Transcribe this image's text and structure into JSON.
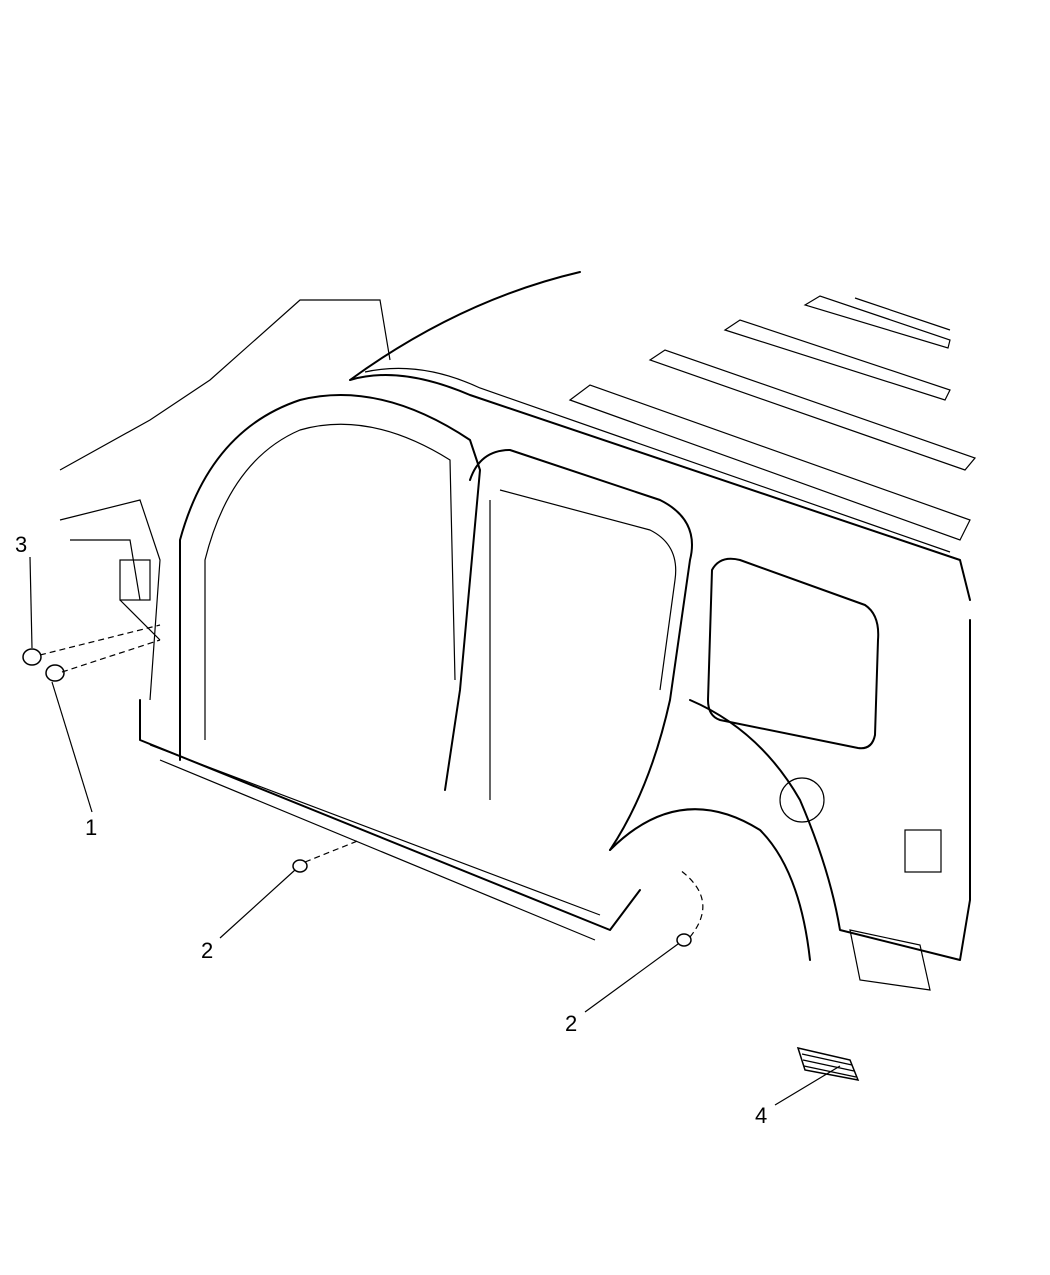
{
  "diagram": {
    "callouts": [
      {
        "id": "callout-3",
        "label": "3"
      },
      {
        "id": "callout-1",
        "label": "1"
      },
      {
        "id": "callout-2a",
        "label": "2"
      },
      {
        "id": "callout-2b",
        "label": "2"
      },
      {
        "id": "callout-4",
        "label": "4"
      }
    ]
  }
}
